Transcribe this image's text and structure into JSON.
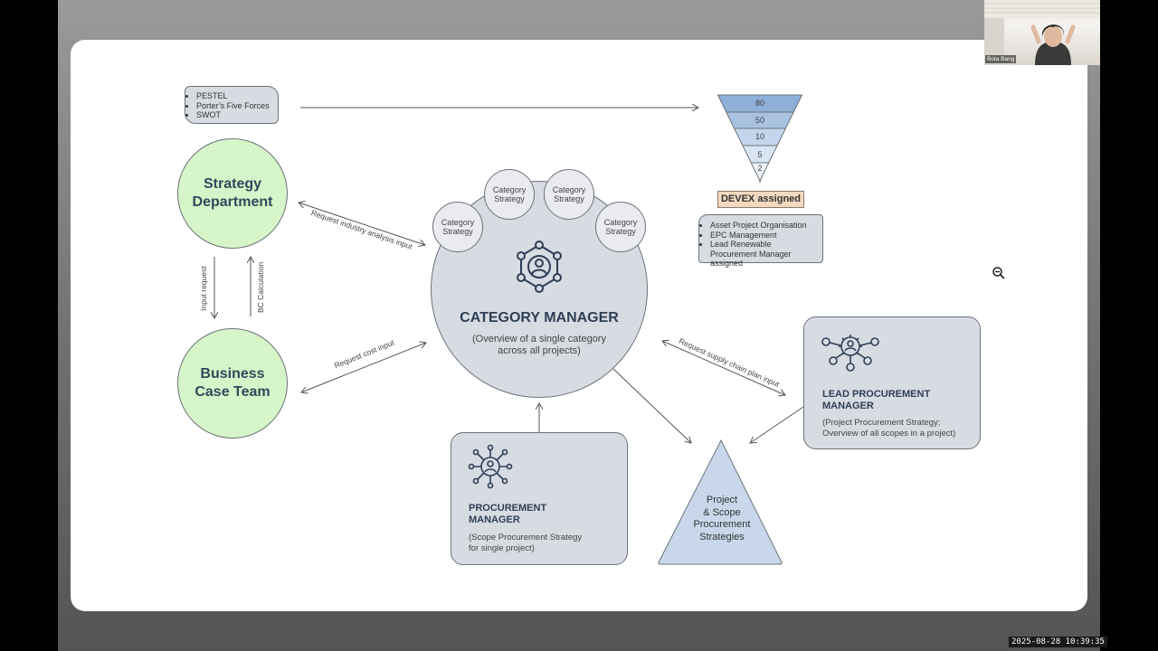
{
  "tools_box": {
    "items": [
      "PESTEL",
      "Porter’s Five Forces",
      "SWOT"
    ]
  },
  "funnel": {
    "levels": [
      "80",
      "50",
      "10",
      "5",
      "2"
    ],
    "colors": [
      "#8fb0d8",
      "#a9c2e2",
      "#c3d5ec",
      "#d9e5f3",
      "#eef3fa"
    ]
  },
  "devex_label": "DEVEX assigned",
  "devex_box": {
    "items": [
      "Asset Project Organisation",
      "EPC Management",
      "Lead Renewable Procurement Manager assigned"
    ]
  },
  "strategy_department": "Strategy Department",
  "business_case_team": "Business Case Team",
  "edge_labels": {
    "industry": "Request industry analysis input",
    "input_request": "Input request",
    "bc_calculation": "BC Calculation",
    "cost": "Request cost input",
    "supply_chain": "Request supply chain plan input"
  },
  "category_strategy": "Category Strategy",
  "category_manager": {
    "title": "CATEGORY MANAGER",
    "subtitle_line1": "(Overview of a single category",
    "subtitle_line2": "across all projects)"
  },
  "lead_procurement_manager": {
    "title_line1": "LEAD PROCUREMENT",
    "title_line2": "MANAGER",
    "sub_line1": "(Project Procurement Strategy;",
    "sub_line2": "Overview of all scopes in a project)"
  },
  "procurement_manager": {
    "title_line1": "PROCUREMENT",
    "title_line2": "MANAGER",
    "sub_line1": "(Scope Procurement Strategy",
    "sub_line2": "for single project)"
  },
  "triangle": {
    "lines": [
      "Project",
      "& Scope",
      "Procurement",
      "Strategies"
    ]
  },
  "participant_name": "Bota Bang",
  "timestamp": "2025-08-28 10:39:35",
  "colors": {
    "green": "#d6f5c8",
    "card": "#d7dbe2",
    "accent": "#2e3f55"
  }
}
